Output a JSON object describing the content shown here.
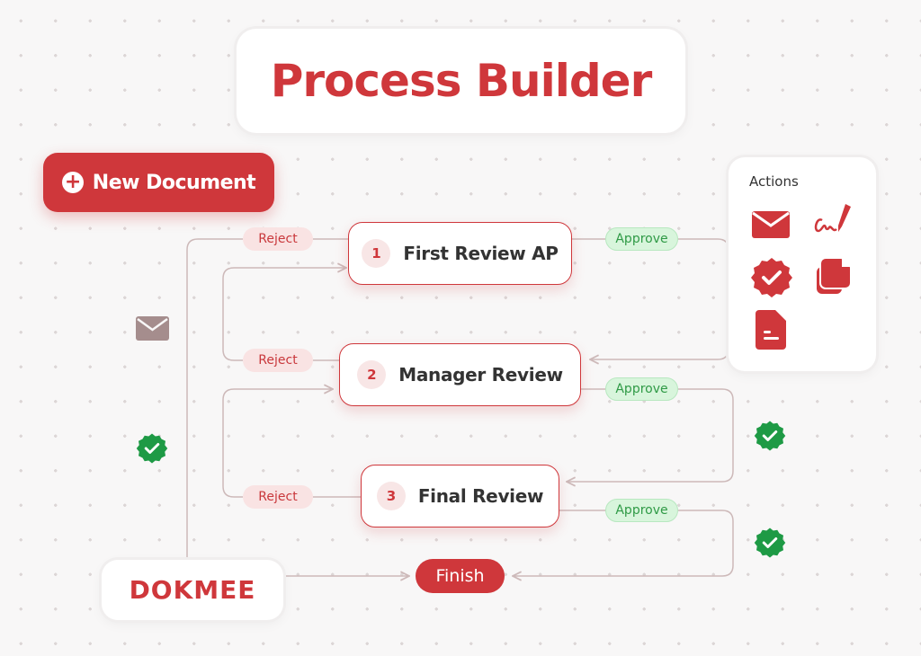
{
  "title": "Process Builder",
  "new_document": {
    "label": "New Document",
    "icon": "plus-circle-icon"
  },
  "nodes": [
    {
      "number": "1",
      "label": "First Review AP"
    },
    {
      "number": "2",
      "label": "Manager Review"
    },
    {
      "number": "3",
      "label": "Final Review"
    }
  ],
  "reject_label": "Reject",
  "approve_label": "Approve",
  "actions": {
    "heading": "Actions",
    "icons": [
      "envelope-icon",
      "signature-icon",
      "verified-badge-icon",
      "copy-document-icon",
      "document-icon"
    ]
  },
  "finish_label": "Finish",
  "brand": "DOKMEE",
  "colors": {
    "accent": "#cf373b",
    "approve": "#2f9a46",
    "line": "#cdb9b9"
  }
}
